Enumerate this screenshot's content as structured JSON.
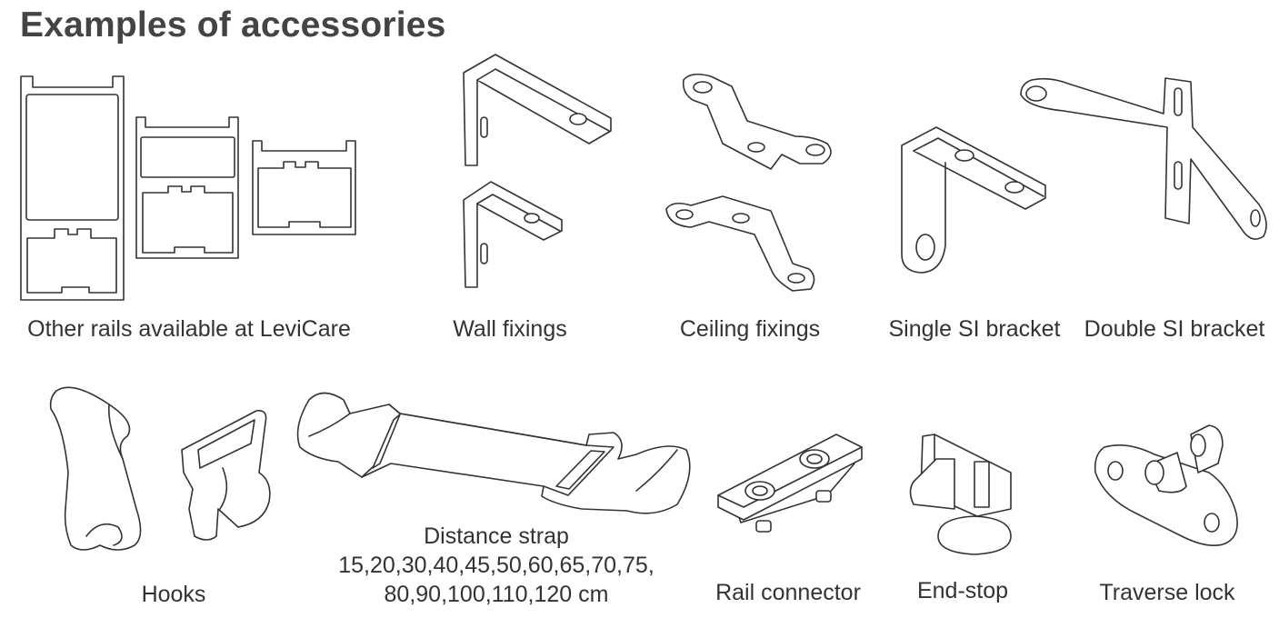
{
  "title": "Examples of accessories",
  "items": [
    {
      "label": "Other rails available at LeviCare",
      "icon": "rail-profiles-icon"
    },
    {
      "label": "Wall fixings",
      "icon": "wall-fixing-icon"
    },
    {
      "label": "Ceiling fixings",
      "icon": "ceiling-fixing-icon"
    },
    {
      "label": "Single SI bracket",
      "icon": "single-si-bracket-icon"
    },
    {
      "label": "Double SI bracket",
      "icon": "double-si-bracket-icon"
    },
    {
      "label": "Hooks",
      "icon": "hooks-icon"
    },
    {
      "label": "Distance strap",
      "label_line2": "15,20,30,40,45,50,60,65,70,75,",
      "label_line3": "80,90,100,110,120 cm",
      "icon": "distance-strap-icon"
    },
    {
      "label": "Rail connector",
      "icon": "rail-connector-icon"
    },
    {
      "label": "End-stop",
      "icon": "end-stop-icon"
    },
    {
      "label": "Traverse lock",
      "icon": "traverse-lock-icon"
    }
  ]
}
